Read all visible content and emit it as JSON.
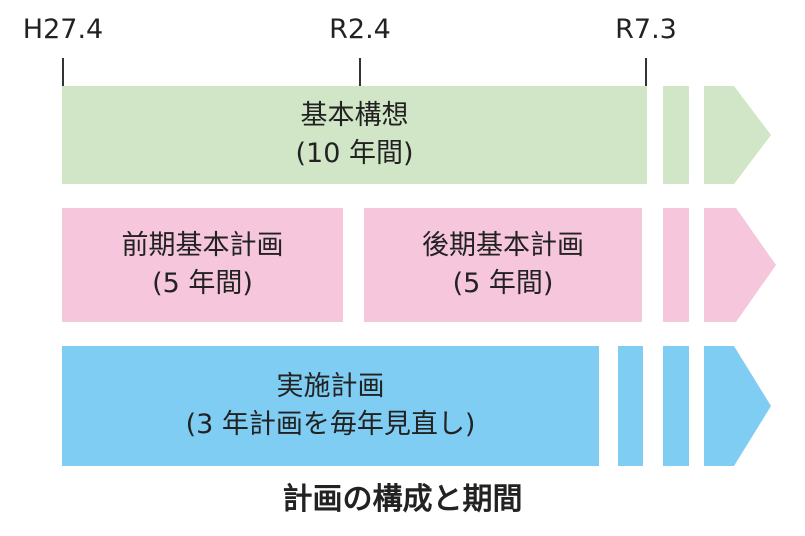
{
  "timeline": {
    "ticks": [
      "H27.4",
      "R2.4",
      "R7.3"
    ]
  },
  "colors": {
    "concept": "#d1e6c6",
    "basic_plan": "#f6c6dc",
    "action_plan": "#7fcdf2"
  },
  "rows": {
    "concept": {
      "title": "基本構想",
      "period": "(10 年間)"
    },
    "basic_plan": {
      "first": {
        "title": "前期基本計画",
        "period": "(5 年間)"
      },
      "second": {
        "title": "後期基本計画",
        "period": "(5 年間)"
      }
    },
    "action_plan": {
      "title": "実施計画",
      "period": "(3 年計画を毎年見直し)"
    }
  },
  "caption": "計画の構成と期間"
}
